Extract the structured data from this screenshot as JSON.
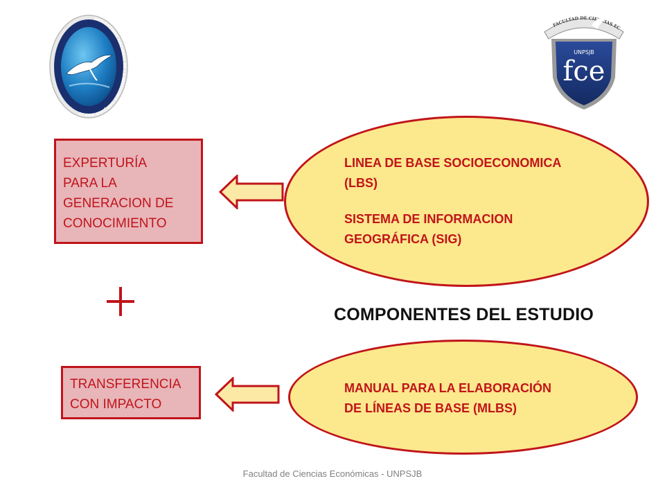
{
  "logos": {
    "left": {
      "icon": "unpsjb-seal-icon",
      "ring_text": "UNIVERSIDAD NACIONAL DE LA PATAGONIA SAN JUAN BOSCO"
    },
    "right": {
      "icon": "fce-shield-icon",
      "top_text": "FACULTAD DE CIENCIAS ECONOMICAS",
      "letters": "fce",
      "sub_text": "UNPSJB"
    }
  },
  "boxes": [
    {
      "lines": [
        "EXPERTURÍA",
        "PARA LA",
        "GENERACION DE",
        "CONOCIMIENTO"
      ]
    },
    {
      "lines": [
        "TRANSFERENCIA",
        "CON IMPACTO"
      ]
    }
  ],
  "ellipses": [
    {
      "lines": [
        "LINEA DE BASE SOCIOECONOMICA",
        "(LBS)",
        "SISTEMA DE INFORMACION",
        "GEOGRÁFICA (SIG)"
      ]
    },
    {
      "lines": [
        "MANUAL PARA LA ELABORACIÓN",
        "DE LÍNEAS DE BASE (MLBS)"
      ]
    }
  ],
  "plus_symbol": "+",
  "section_title": "COMPONENTES DEL ESTUDIO",
  "footer": "Facultad de Ciencias Económicas - UNPSJB",
  "colors": {
    "box_fill": "#e8b5b9",
    "border_red": "#c0141a",
    "ellipse_fill": "#fce88d",
    "arrow_fill": "#fde9a6"
  }
}
